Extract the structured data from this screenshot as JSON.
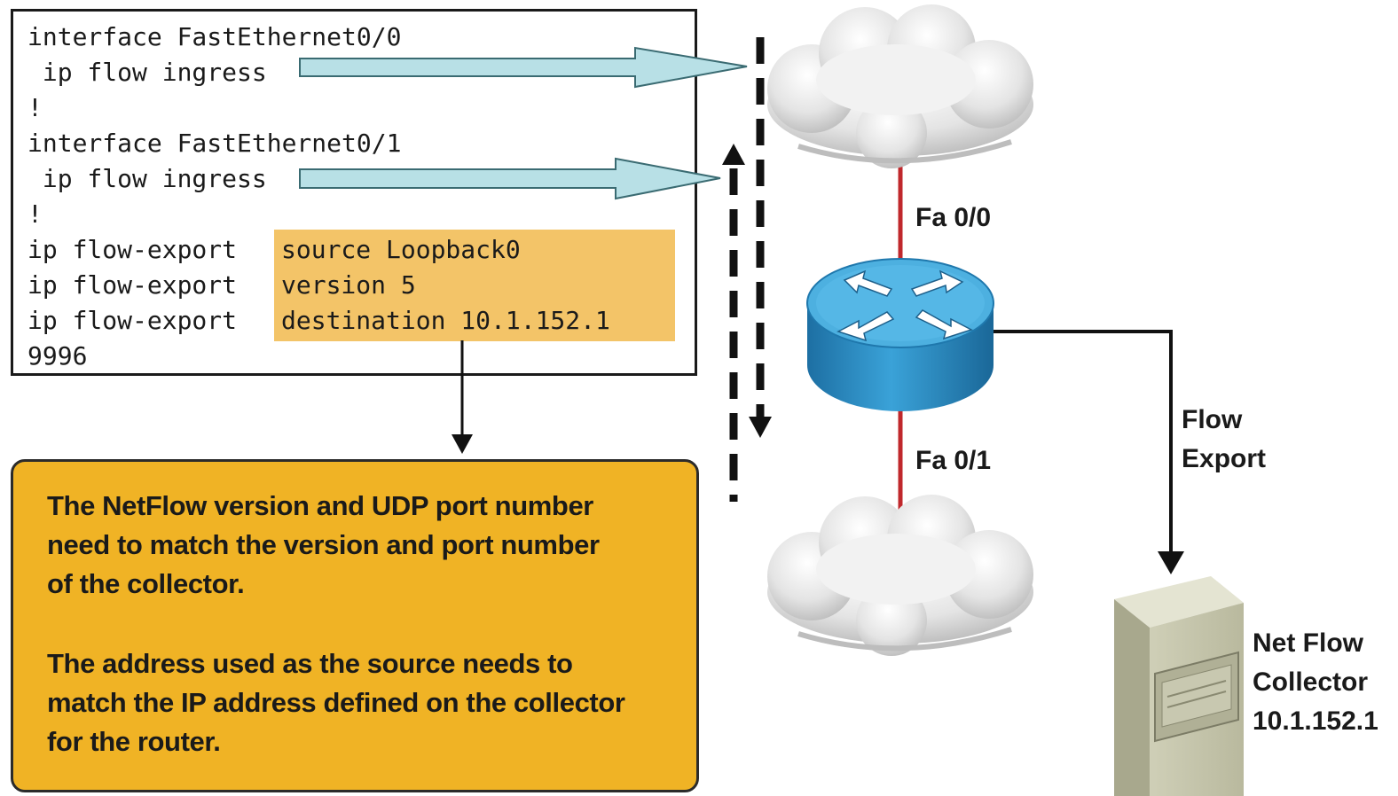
{
  "config": {
    "lines": [
      "interface FastEthernet0/0",
      " ip flow ingress",
      "!",
      "interface FastEthernet0/1",
      " ip flow ingress",
      "!",
      "ip flow-export ",
      "ip flow-export ",
      "ip flow-export ",
      "9996"
    ],
    "highlighted": [
      "source Loopback0",
      "version 5",
      "destination 10.1.152.1"
    ]
  },
  "note": {
    "paragraph1": [
      "The NetFlow version and UDP port number",
      "need to match the version and port number",
      "of the collector."
    ],
    "paragraph2": [
      "The address used as the source needs to",
      "match the IP address defined on the collector",
      "for the router."
    ]
  },
  "labels": {
    "fa00": "Fa 0/0",
    "fa01": "Fa 0/1",
    "flow_export": [
      "Flow",
      "Export"
    ],
    "collector": [
      "Net Flow",
      "Collector",
      "10.1.152.1"
    ]
  },
  "colors": {
    "highlight": "#f3c468",
    "note_fill": "#f0b325",
    "arrow_fill": "#b8e0e6",
    "link_red": "#c0282c",
    "router_blue": "#2a8fc6"
  }
}
